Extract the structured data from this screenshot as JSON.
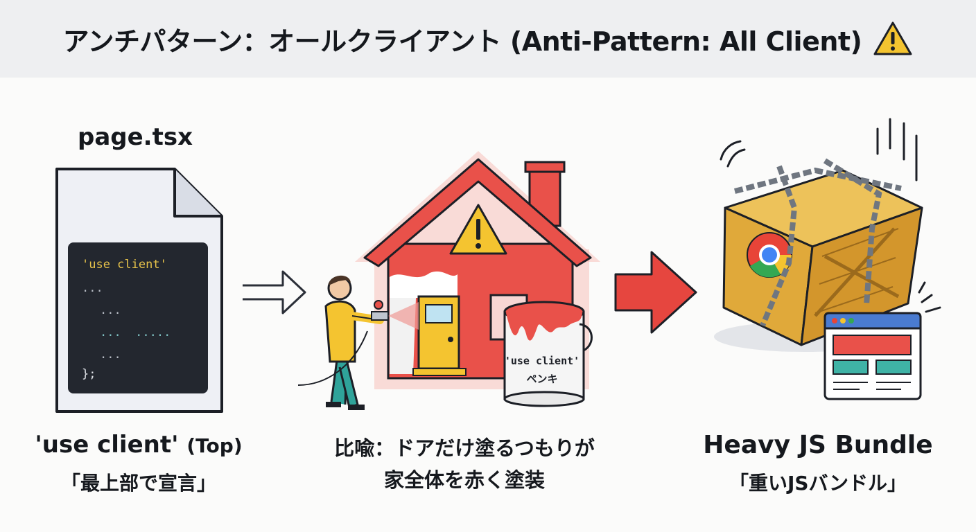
{
  "header": {
    "title": "アンチパターン：オールクライアント (Anti-Pattern: All Client)",
    "icon": "warning-icon"
  },
  "panel_file": {
    "file_name": "page.tsx",
    "code_lines": [
      "'use client'",
      "...",
      "...",
      "...  .....",
      "...",
      "};"
    ],
    "caption_main": "'use client'",
    "caption_suffix": "(Top)",
    "caption_sub": "「最上部で宣言」"
  },
  "panel_house": {
    "can_label_line1": "'use client'",
    "can_label_line2": "ペンキ",
    "caption_line1": "比喩：ドアだけ塗るつもりが",
    "caption_line2": "家全体を赤く塗装"
  },
  "panel_bundle": {
    "caption_main": "Heavy JS Bundle",
    "caption_sub": "「重いJSバンドル」"
  },
  "colors": {
    "header_bg": "#eeeff1",
    "house_red": "#e9514a",
    "warning_yellow": "#f4c430",
    "code_bg": "#23272f",
    "crate": "#e0a93a",
    "arrow_red": "#e6463f"
  }
}
